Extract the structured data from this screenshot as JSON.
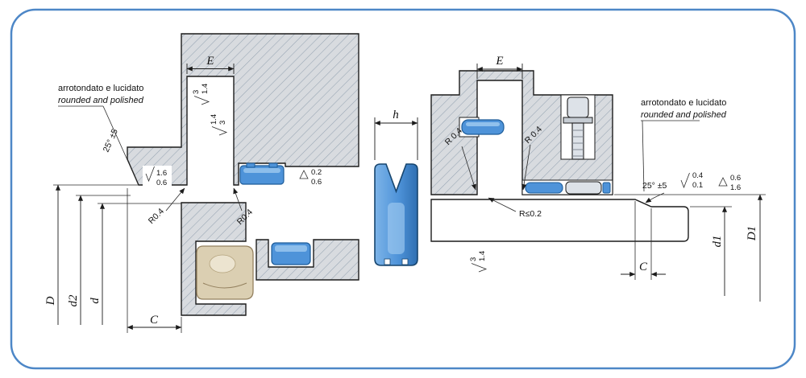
{
  "drawing": {
    "border_color": "#4d87c7",
    "outline_color": "#1c1c1c",
    "hatch_fill": "#d8dbdf",
    "hatch_line_color": "#97a5b3",
    "seal_blue": "#4e93d9",
    "seal_blue_light": "#9ec9ef",
    "seal_blue_dark": "#1d5c99",
    "seal_tan": "#dbcfb2",
    "metal_gray": "#dde2e8"
  },
  "left_view": {
    "note1": "arrotondato e lucidato",
    "note2": "rounded and polished",
    "dims": {
      "E": "E",
      "C": "C",
      "D": "D",
      "d2": "d2",
      "d": "d",
      "angle": "25° ±5",
      "r1": "R0.4",
      "r2": "R0.4"
    },
    "finish": {
      "groove1_top": "3",
      "groove1_bot": "1.4",
      "groove2_top": "1.4",
      "groove2_bot": "3",
      "bore_top": "1.6",
      "bore_bot": "0.6",
      "step_top": "0.2",
      "step_bot": "0.6"
    }
  },
  "seal_profile": {
    "dims": {
      "h": "h"
    }
  },
  "right_view": {
    "note1": "arrotondato e lucidato",
    "note2": "rounded and polished",
    "dims": {
      "E": "E",
      "C": "C",
      "d1": "d1",
      "D1": "D1",
      "angle": "25° ±5",
      "r1": "R 0.4",
      "r2": "R 0.4",
      "r_rod": "R≤0.2"
    },
    "finish": {
      "rod_top": "0.4",
      "rod_bot": "0.1",
      "tri_top": "0.6",
      "tri_bot": "1.6",
      "under_top": "3",
      "under_bot": "1.4"
    }
  }
}
